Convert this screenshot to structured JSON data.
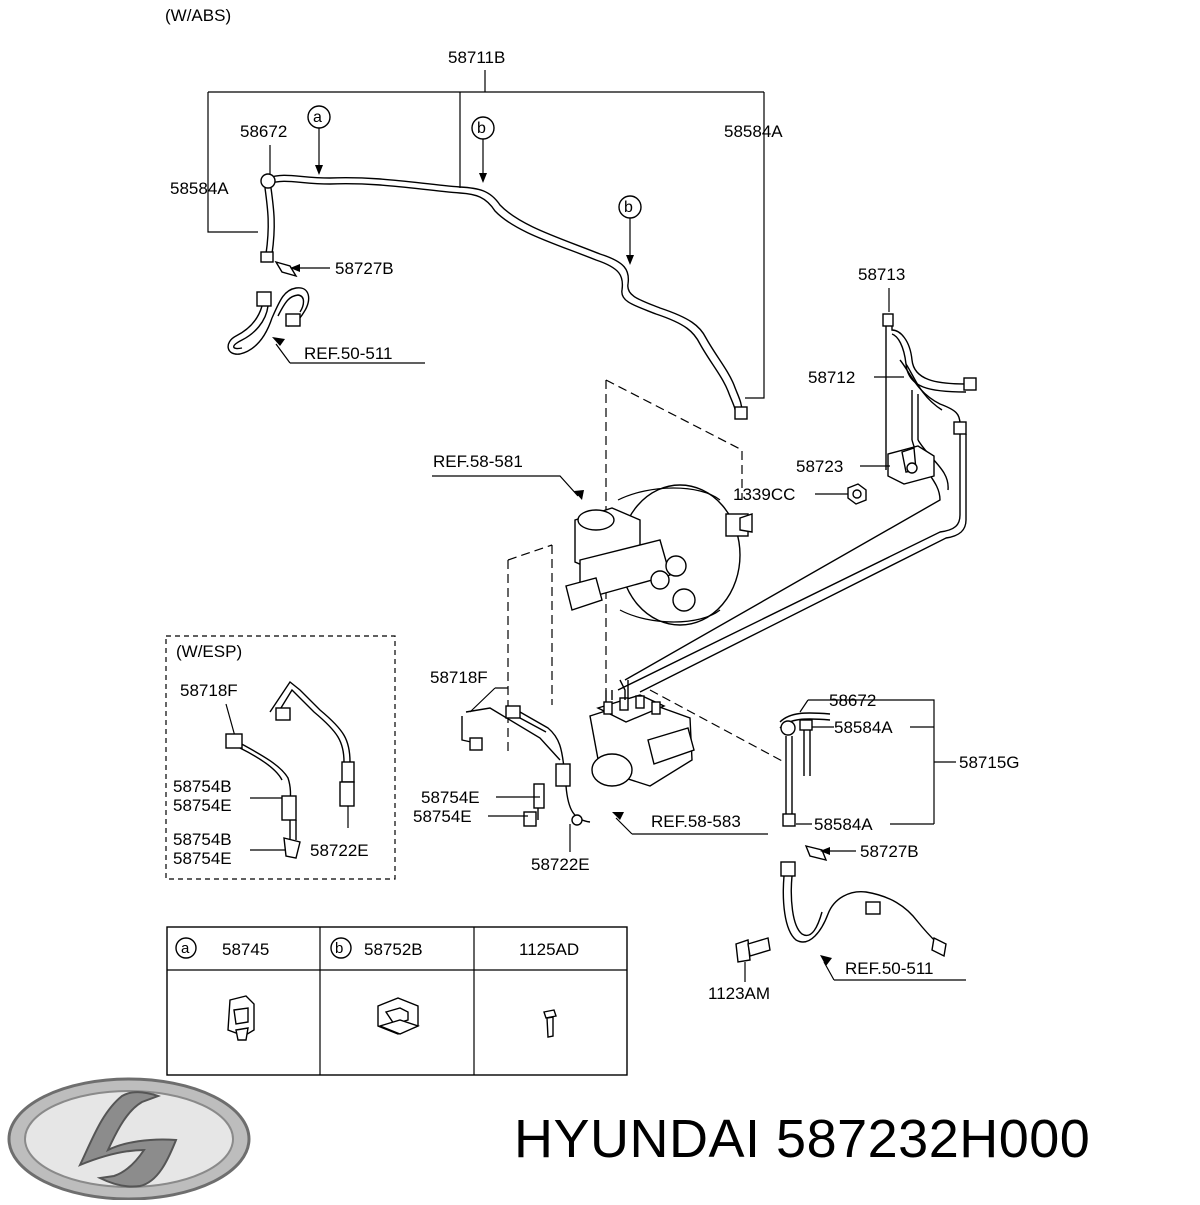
{
  "header": {
    "variant_abs": "(W/ABS)"
  },
  "esp_box": {
    "title": "(W/ESP)"
  },
  "labels": {
    "l_58711B": "58711B",
    "l_58672_top": "58672",
    "l_58584A_left": "58584A",
    "l_58584A_right": "58584A",
    "l_58727B_top": "58727B",
    "l_ref50_top": "REF.50-511",
    "l_58713": "58713",
    "l_58712": "58712",
    "l_58723": "58723",
    "l_1339CC": "1339CC",
    "l_ref58_581": "REF.58-581",
    "l_58718F_mid": "58718F",
    "l_58754E_a": "58754E",
    "l_58754E_b": "58754E",
    "l_58722E_mid": "58722E",
    "l_ref58_583": "REF.58-583",
    "l_58672_right": "58672",
    "l_58584A_r1": "58584A",
    "l_58715G": "58715G",
    "l_58584A_r2": "58584A",
    "l_58727B_bot": "58727B",
    "l_ref50_bot": "REF.50-511",
    "l_1123AM": "1123AM",
    "esp_58718F": "58718F",
    "esp_58754B_1": "58754B",
    "esp_58754E_1": "58754E",
    "esp_58754B_2": "58754B",
    "esp_58754E_2": "58754E",
    "esp_58722E": "58722E"
  },
  "callouts": {
    "a": "a",
    "b": "b"
  },
  "legend": {
    "cols": [
      {
        "letter": "a",
        "part": "58745"
      },
      {
        "letter": "b",
        "part": "58752B"
      },
      {
        "letter": "",
        "part": "1125AD"
      }
    ]
  },
  "brand": {
    "name": "HYUNDAI",
    "part_number": "587232H000"
  }
}
